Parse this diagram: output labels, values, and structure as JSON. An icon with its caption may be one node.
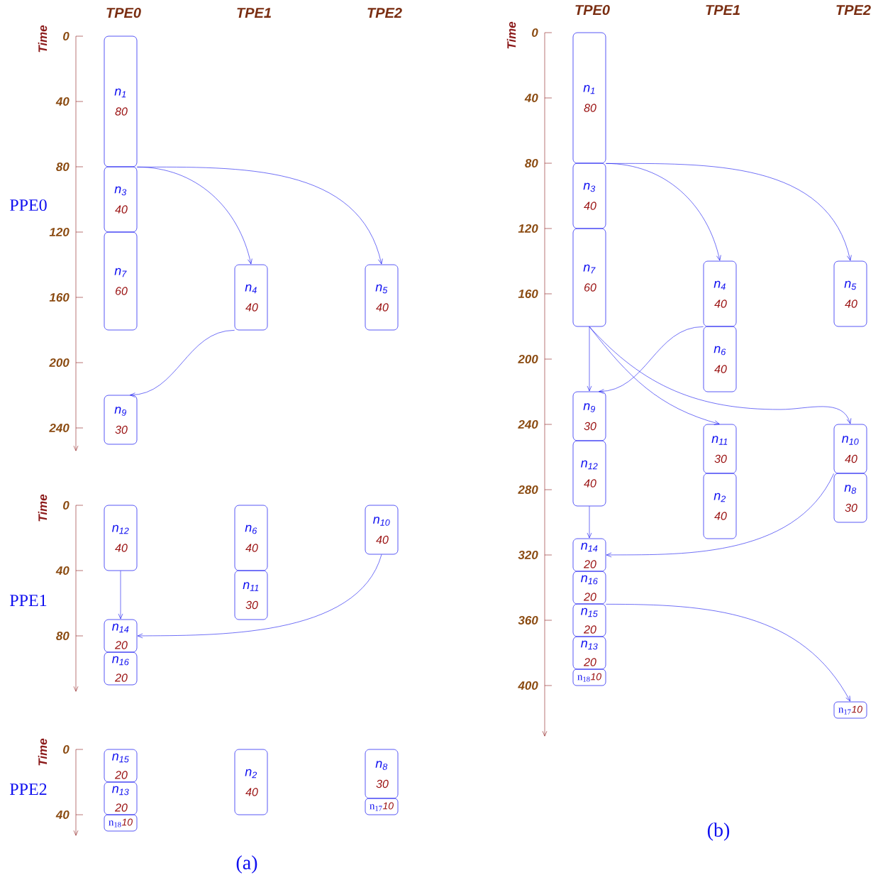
{
  "diagram": {
    "nodes": [
      {
        "text": [
          "n$_{1}$",
          "80"
        ]
      },
      {
        "text": [
          "n$_{3}$",
          "40"
        ]
      },
      {
        "text": [
          "n$_{7}$",
          "60"
        ]
      },
      {
        "text": [
          "n$_{4}$",
          "40"
        ]
      },
      {
        "text": [
          "n$_{5}$",
          "40"
        ]
      },
      {
        "text": [
          "n$_{9}$",
          "30"
        ]
      },
      {
        "text": [
          "n$_{12}$",
          "40"
        ]
      },
      {
        "text": [
          "n$_{6}$",
          "40"
        ]
      },
      {
        "text": [
          "n$_{10}$",
          "40"
        ]
      },
      {
        "text": [
          "n$_{11}$",
          "30"
        ]
      },
      {
        "text": [
          "n$_{14}$",
          "20"
        ]
      },
      {
        "text": [
          "n$_{16}$",
          "20"
        ]
      },
      {
        "text": [
          "n$_{15}$",
          "20"
        ]
      },
      {
        "text": [
          "n$_{13}$",
          "20"
        ]
      },
      {
        "text": [
          "n$_{18}$",
          "10"
        ]
      },
      {
        "text": [
          "n$_{2}$",
          "40"
        ]
      },
      {
        "text": [
          "n$_{8}$",
          "30"
        ]
      },
      {
        "text": [
          "n$_{17}$",
          "10"
        ]
      },
      {
        "text": [
          "n$_{1}$",
          "80"
        ]
      },
      {
        "text": [
          "n$_{3}$",
          "40"
        ]
      },
      {
        "text": [
          "n$_{7}$",
          "60"
        ]
      },
      {
        "text": [
          "n$_{4}$",
          "40"
        ]
      },
      {
        "text": [
          "n$_{5}$",
          "40"
        ]
      },
      {
        "text": [
          "n$_{6}$",
          "40"
        ]
      },
      {
        "text": [
          "n$_{9}$",
          "30"
        ]
      },
      {
        "text": [
          "n$_{11}$",
          "30"
        ]
      },
      {
        "text": [
          "n$_{10}$",
          "40"
        ]
      },
      {
        "text": [
          "n$_{12}$",
          "40"
        ]
      },
      {
        "text": [
          "n$_{2}$",
          "40"
        ]
      },
      {
        "text": [
          "n$_{8}$",
          "30"
        ]
      },
      {
        "text": [
          "n$_{14}$",
          "20"
        ]
      },
      {
        "text": [
          "n$_{16}$",
          "20"
        ]
      },
      {
        "text": [
          "n$_{15}$",
          "20"
        ]
      },
      {
        "text": [
          "n$_{13}$",
          "20"
        ]
      },
      {
        "text": [
          "n$_{18}$",
          "10"
        ]
      },
      {
        "text": [
          "n$_{17}$",
          "10"
        ]
      }
    ],
    "edges": [
      {
        "from": 0,
        "to": 3,
        "arrow": "to"
      },
      {
        "from": 0,
        "to": 4,
        "arrow": "to"
      },
      {
        "from": 3,
        "to": 5,
        "arrow": "to"
      },
      {
        "from": 6,
        "to": 10,
        "arrow": "to"
      },
      {
        "from": 8,
        "to": 10,
        "arrow": "to"
      },
      {
        "from": 18,
        "to": 21,
        "arrow": "to"
      },
      {
        "from": 18,
        "to": 22,
        "arrow": "to"
      },
      {
        "from": 21,
        "to": 24,
        "arrow": "to"
      },
      {
        "from": 20,
        "to": 24,
        "arrow": "to"
      },
      {
        "from": 20,
        "to": 25,
        "arrow": "to"
      },
      {
        "from": 20,
        "to": 26,
        "arrow": "to"
      },
      {
        "from": 26,
        "to": 30,
        "arrow": "to"
      },
      {
        "from": 27,
        "to": 30,
        "arrow": "to"
      },
      {
        "from": 31,
        "to": 35,
        "arrow": "to"
      }
    ],
    "labels": [
      "TPE0",
      "TPE1",
      "TPE2",
      "Time",
      "0",
      "40",
      "80",
      "120",
      "160",
      "200",
      "240",
      "PPE0",
      "Time",
      "0",
      "40",
      "80",
      "PPE1",
      "Time",
      "0",
      "40",
      "PPE2",
      "(a)",
      "TPE0",
      "TPE1",
      "TPE2",
      "Time",
      "0",
      "40",
      "80",
      "120",
      "160",
      "200",
      "240",
      "280",
      "320",
      "360",
      "400",
      "(b)"
    ]
  }
}
